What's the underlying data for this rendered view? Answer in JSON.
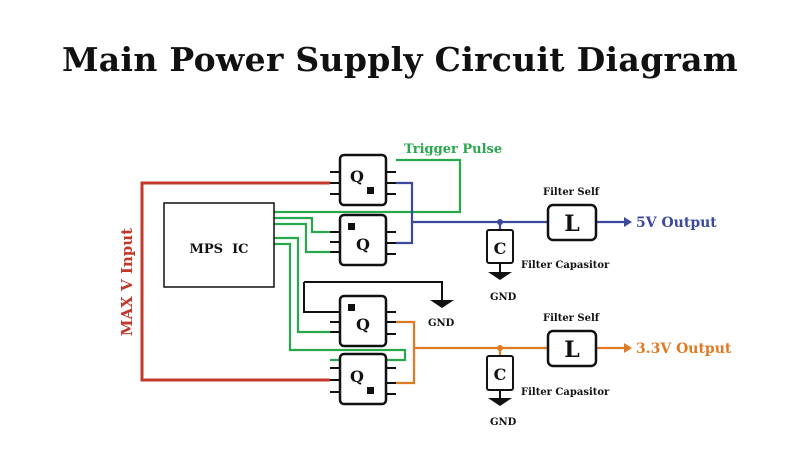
{
  "title": "Main Power Supply Circuit Diagram",
  "labels": {
    "trigger_pulse": "Trigger Pulse",
    "max_v_input": "MAX V Input",
    "mps_ic": "MPS  IC",
    "filter_self_top": "Filter Self",
    "filter_self_bottom": "Filter Self",
    "filter_capacitor_top": "Filter Capasitor",
    "filter_capacitor_bottom": "Filter Capasitor",
    "gnd_middle": "GND",
    "gnd_top_cap": "GND",
    "gnd_bottom_cap": "GND",
    "output_5v": "5V Output",
    "output_33v": "3.3V Output",
    "transistor_q1": "Q",
    "transistor_q2": "Q",
    "transistor_q3": "Q",
    "transistor_q4": "Q",
    "inductor_top": "L",
    "inductor_bottom": "L",
    "capacitor_top": "C",
    "capacitor_bottom": "C"
  },
  "colors": {
    "input_wire": "#c0392b",
    "trigger_wire": "#27a84a",
    "output_5v_wire": "#3c4a9e",
    "output_33v_wire": "#e07b24",
    "ground_wire": "#111111",
    "component_border": "#111111"
  }
}
